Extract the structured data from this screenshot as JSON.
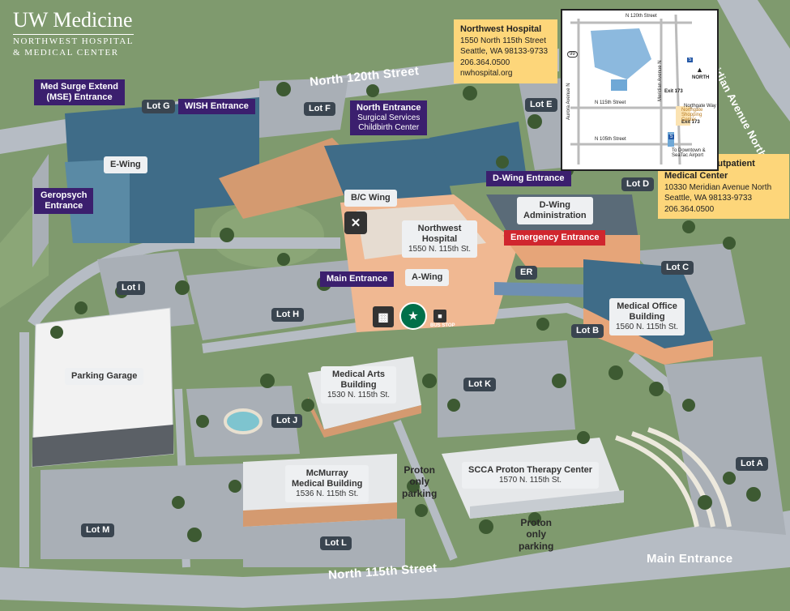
{
  "brand": {
    "name": "UW Medicine",
    "sub1": "NORTHWEST HOSPITAL",
    "sub2": "& MEDICAL CENTER"
  },
  "roads": {
    "north120": "North 120th Street",
    "north115": "North 115th Street",
    "meridian": "Meridian Avenue North"
  },
  "entrances": {
    "mse": [
      "Med Surge Extend",
      "(MSE) Entrance"
    ],
    "wish": "WISH Entrance",
    "north": {
      "title": "North Entrance",
      "lines": [
        "Surgical Services",
        "Childbirth Center"
      ]
    },
    "geropsych": [
      "Geropsych",
      "Entrance"
    ],
    "dwing": "D-Wing Entrance",
    "emergency": "Emergency Entrance",
    "main": "Main Entrance",
    "main_bottom": "Main Entrance"
  },
  "buildings": {
    "ewing": "E-Wing",
    "bcwing": "B/C Wing",
    "awing": "A-Wing",
    "dwing_admin": [
      "D-Wing",
      "Administration"
    ],
    "hospital": {
      "name": [
        "Northwest",
        "Hospital"
      ],
      "addr": "1550 N. 115th St."
    },
    "er": "ER",
    "mob": {
      "name": [
        "Medical Office",
        "Building"
      ],
      "addr": "1560 N. 115th St."
    },
    "medarts": {
      "name": [
        "Medical Arts",
        "Building"
      ],
      "addr": "1530 N. 115th St."
    },
    "mcmurray": {
      "name": [
        "McMurray",
        "Medical Building"
      ],
      "addr": "1536 N. 115th St."
    },
    "scca": {
      "name": "SCCA Proton Therapy Center",
      "addr": "1570 N. 115th St."
    },
    "garage": "Parking Garage"
  },
  "lots": {
    "A": "Lot A",
    "B": "Lot B",
    "C": "Lot C",
    "D": "Lot D",
    "E": "Lot E",
    "F": "Lot F",
    "G": "Lot G",
    "H": "Lot H",
    "I": "Lot I",
    "J": "Lot J",
    "K": "Lot K",
    "L": "Lot L",
    "M": "Lot M"
  },
  "proton1": [
    "Proton",
    "only",
    "parking"
  ],
  "proton2": [
    "Proton",
    "only",
    "parking"
  ],
  "icons": {
    "food": "fork-knife-icon",
    "gift": "gift-icon",
    "coffee": "starbucks-icon",
    "bus": "bus-stop-icon",
    "parking": "parking-icon"
  },
  "bus_label": "BUS STOP",
  "card_hospital": {
    "title": "Northwest Hospital",
    "lines": [
      "1550 North 115th Street",
      "Seattle, WA 98133-9733",
      "206.364.0500",
      "nwhospital.org"
    ]
  },
  "card_outpatient": {
    "title": [
      "Northwest Outpatient",
      "Medical Center"
    ],
    "lines": [
      "10330 Meridian Avenue North",
      "Seattle, WA 98133-9733",
      "206.364.0500"
    ]
  },
  "inset": {
    "n120": "N 120th Street",
    "n115": "N 115th Street",
    "n105": "N 105th Street",
    "aurora": "Aurora Avenue N",
    "meridian": "Meridian Avenue N",
    "northgate": "Northgate Way",
    "hwy99": "99",
    "i5": "5",
    "i5b": "5",
    "exit173a": "Exit 173",
    "exit173b": "Exit 173",
    "north": "NORTH",
    "shopping": [
      "Northgate",
      "Shopping",
      "Center"
    ],
    "downtown": [
      "To Downtown &",
      "SeaTac Airport"
    ]
  },
  "colors": {
    "purple": "#3b1f6e",
    "red": "#d0262e",
    "yellow": "#fdd67a",
    "grass": "#7f9a6e",
    "road": "#b6bcc4"
  }
}
